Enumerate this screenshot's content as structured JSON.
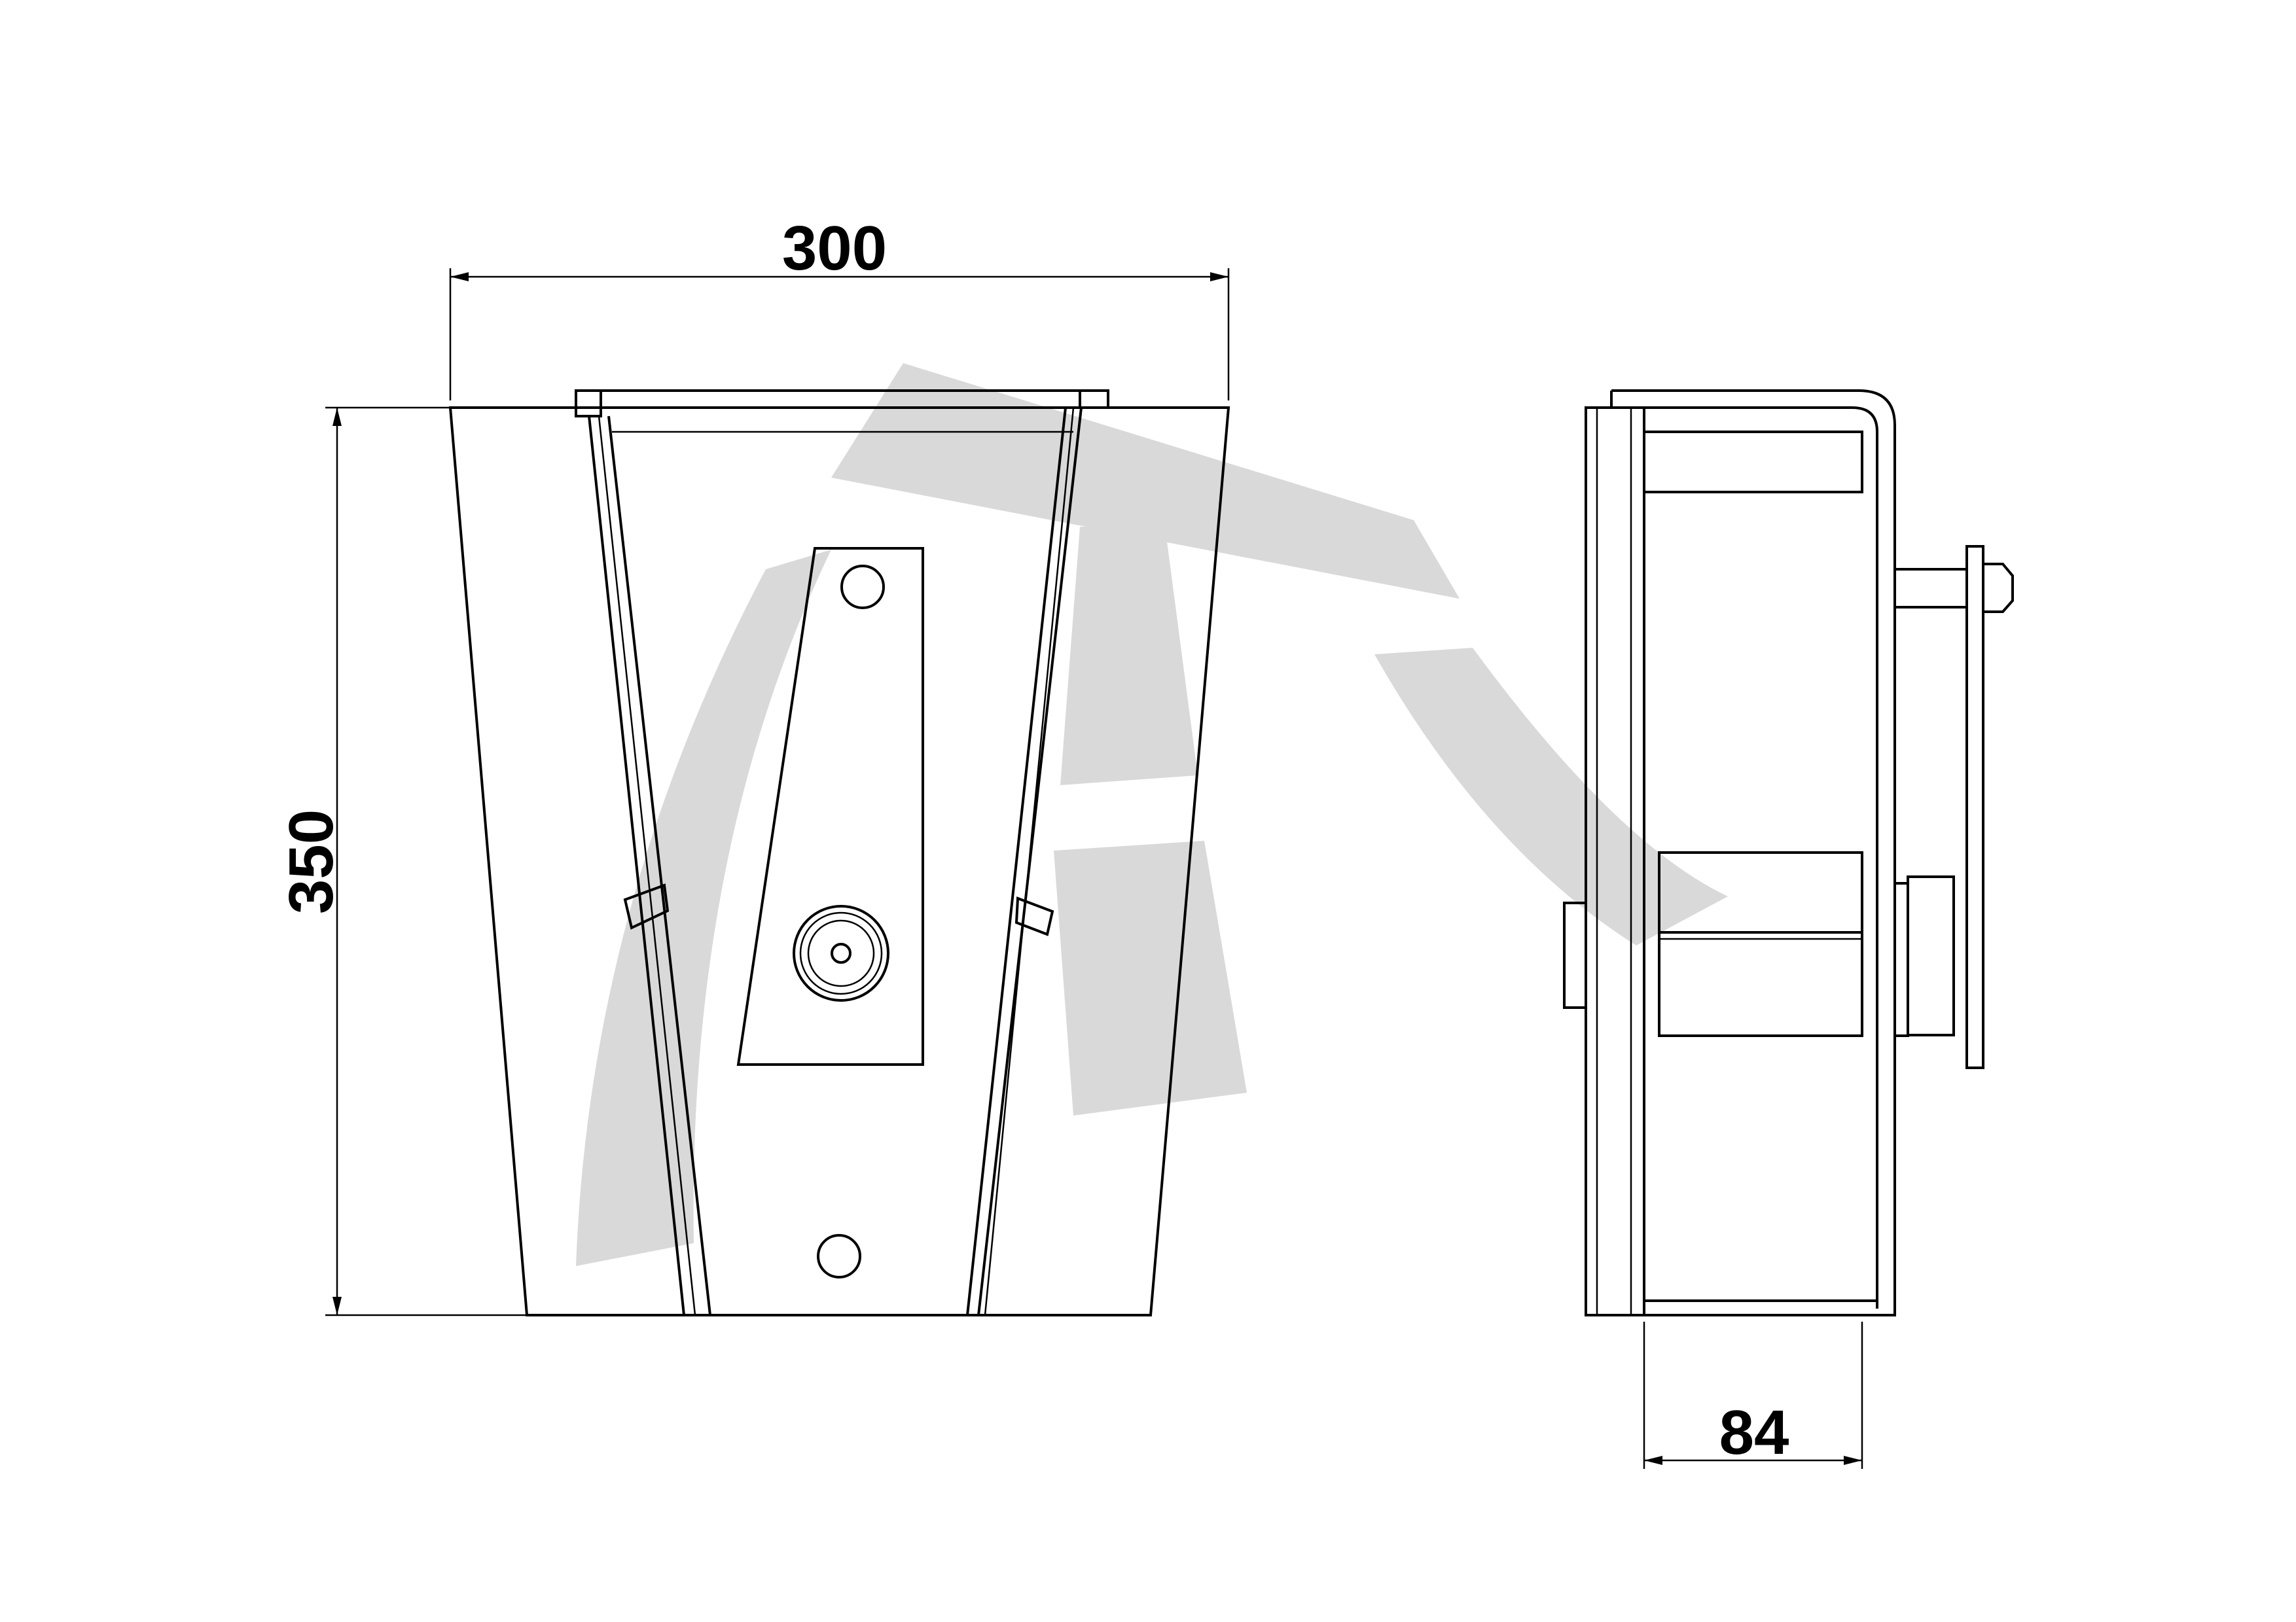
{
  "dimensions": {
    "front_width": "300",
    "front_height": "350",
    "side_depth": "84"
  },
  "colors": {
    "line": "#000000",
    "watermark": "#d9d9d9",
    "background": "#ffffff"
  }
}
